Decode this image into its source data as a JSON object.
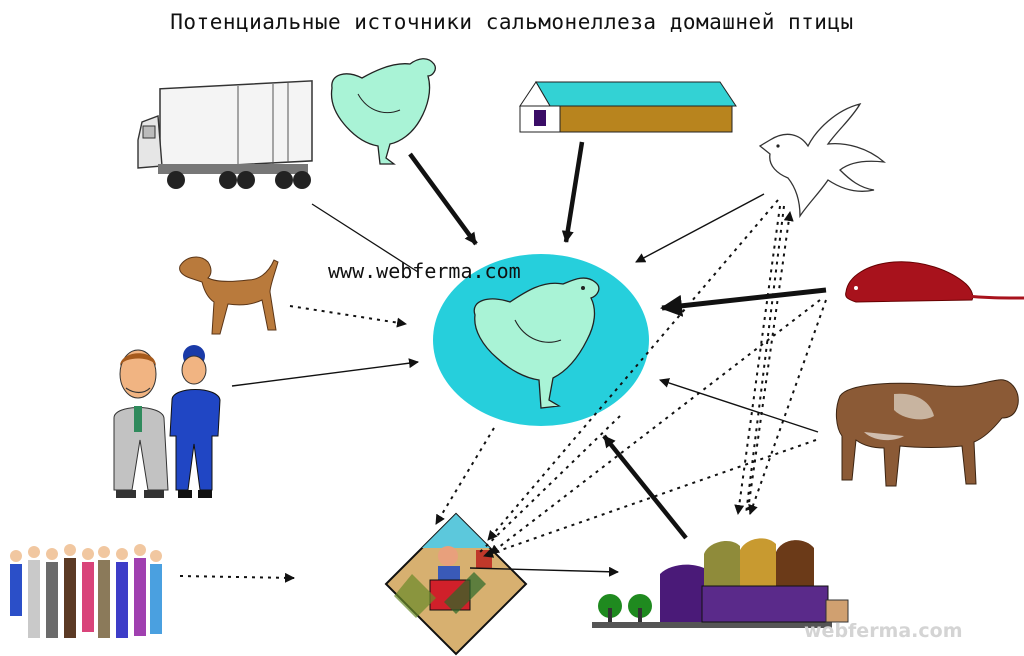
{
  "diagram": {
    "title": "Потенциальные источники сальмонеллеза домашней птицы",
    "website": "www.webferma.com",
    "watermark": "webferma.com",
    "colors": {
      "poultry": "#a9f3d6",
      "center_disc": "#26cfdc",
      "barn_roof": "#33d2d4",
      "barn_wall": "#b8841e",
      "dog": "#b97a3c",
      "rodent": "#a8121c",
      "cow": "#8b5a36",
      "arrow": "#111111"
    },
    "nodes": [
      {
        "id": "center-poultry-flock",
        "icon": "chicken-icon"
      },
      {
        "id": "truck",
        "icon": "truck-icon"
      },
      {
        "id": "new-poultry",
        "icon": "hen-icon"
      },
      {
        "id": "poultry-house",
        "icon": "barn-icon"
      },
      {
        "id": "wild-bird",
        "icon": "dove-icon"
      },
      {
        "id": "dog",
        "icon": "dog-icon"
      },
      {
        "id": "rodent",
        "icon": "rodent-icon"
      },
      {
        "id": "people",
        "icon": "people-icon"
      },
      {
        "id": "cow",
        "icon": "cow-icon"
      },
      {
        "id": "crowd",
        "icon": "crowd-icon"
      },
      {
        "id": "farmer-tractor",
        "icon": "tractor-icon"
      },
      {
        "id": "feed-mill",
        "icon": "feed-mill-icon"
      }
    ]
  }
}
